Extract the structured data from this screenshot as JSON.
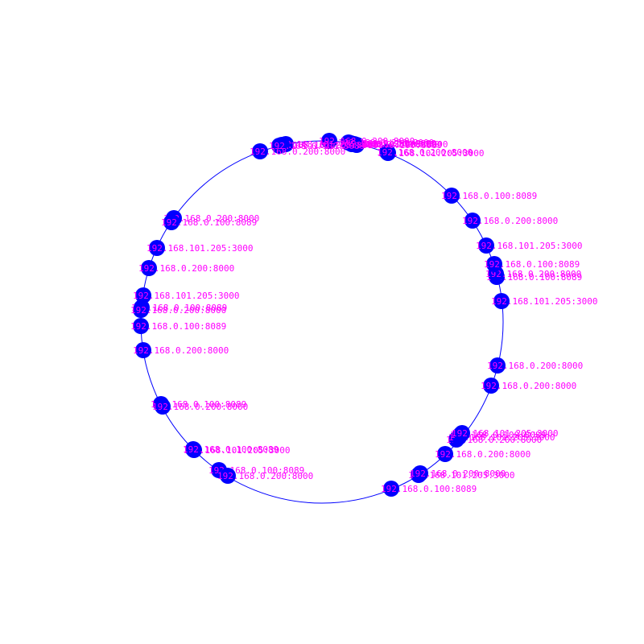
{
  "colors": {
    "ring": "#0000ff",
    "node": "#0000ff",
    "label": "#ff00ff",
    "background": "#ffffff"
  },
  "nodes": [
    {
      "label": "192.168.0.100:8089"
    },
    {
      "label": "192.168.101.205:3000"
    },
    {
      "label": "192.168.0.200:8000"
    },
    {
      "label": "192.168.0.200:8000"
    },
    {
      "label": "192.168.0.200:8000"
    },
    {
      "label": "192.168.101.205:3000"
    },
    {
      "label": "192.168.0.100:8089"
    },
    {
      "label": "192.168.101.205:3000"
    },
    {
      "label": "192.168.0.200:8000"
    },
    {
      "label": "192.168.0.200:8000"
    },
    {
      "label": "192.168.101.205:3000"
    },
    {
      "label": "192.168.0.100:8089"
    },
    {
      "label": "192.168.0.200:8000"
    },
    {
      "label": "192.168.0.100:8089"
    },
    {
      "label": "192.168.101.205:3000"
    },
    {
      "label": "192.168.0.200:8000"
    },
    {
      "label": "192.168.0.100:8089"
    },
    {
      "label": "192.168.101.205:3000"
    },
    {
      "label": "192.168.0.200:8000"
    },
    {
      "label": "192.168.0.100:8089"
    },
    {
      "label": "192.168.0.100:8089"
    },
    {
      "label": "192.168.101.205:3000"
    },
    {
      "label": "192.168.0.200:8000"
    },
    {
      "label": "192.168.0.200:8000"
    },
    {
      "label": "192.168.0.200:8000"
    },
    {
      "label": "192.168.101.205:3000"
    },
    {
      "label": "192.168.101.205:3000"
    },
    {
      "label": "192.168.0.100:8089"
    },
    {
      "label": "192.168.0.200:8000"
    },
    {
      "label": "192.168.0.200:8000"
    },
    {
      "label": "192.168.0.100:8089"
    },
    {
      "label": "192.168.101.205:3000"
    },
    {
      "label": "192.168.0.200:8000"
    },
    {
      "label": "192.168.101.205:3000"
    },
    {
      "label": "192.168.0.100:8089"
    },
    {
      "label": "192.168.0.200:8000"
    },
    {
      "label": "192.168.0.100:8089"
    },
    {
      "label": "192.168.0.200:8000"
    },
    {
      "label": "192.168.0.100:8089"
    },
    {
      "label": "192.168.0.200:8000"
    },
    {
      "label": "192.168.101.205:3000"
    },
    {
      "label": "192.168.0.100:8089"
    },
    {
      "label": "192.168.0.200:8000"
    },
    {
      "label": "192.168.0.100:8089"
    }
  ]
}
